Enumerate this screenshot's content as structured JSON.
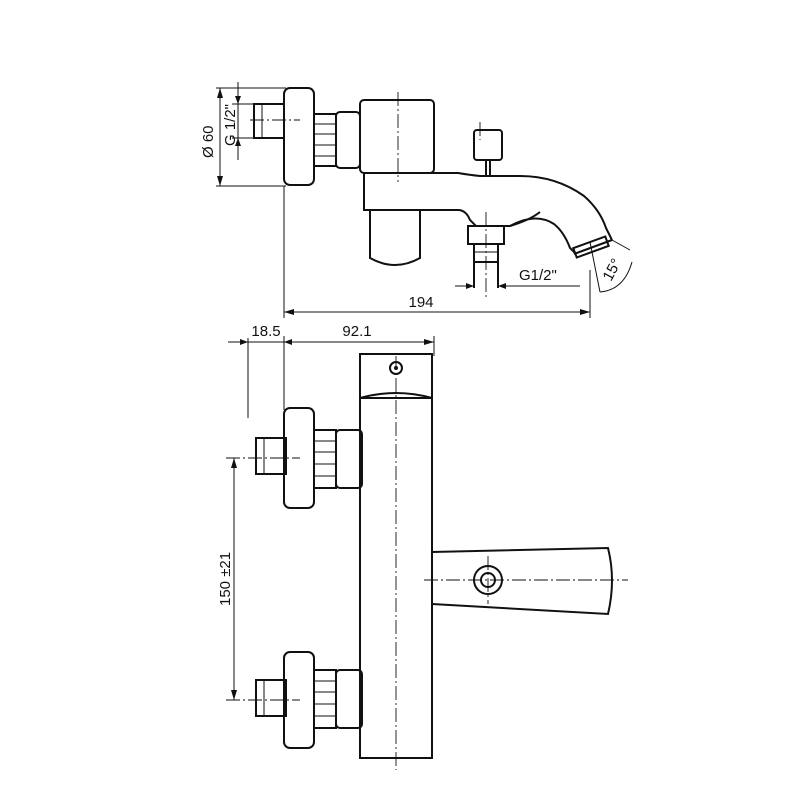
{
  "dimensions": {
    "top_dia": "Ø 60",
    "top_thread": "G 1/2\"",
    "spout_thread": "G1/2\"",
    "angle": "15°",
    "overall_length": "194",
    "offset_a": "18.5",
    "offset_b": "92.1",
    "centers": "150 ±21"
  }
}
